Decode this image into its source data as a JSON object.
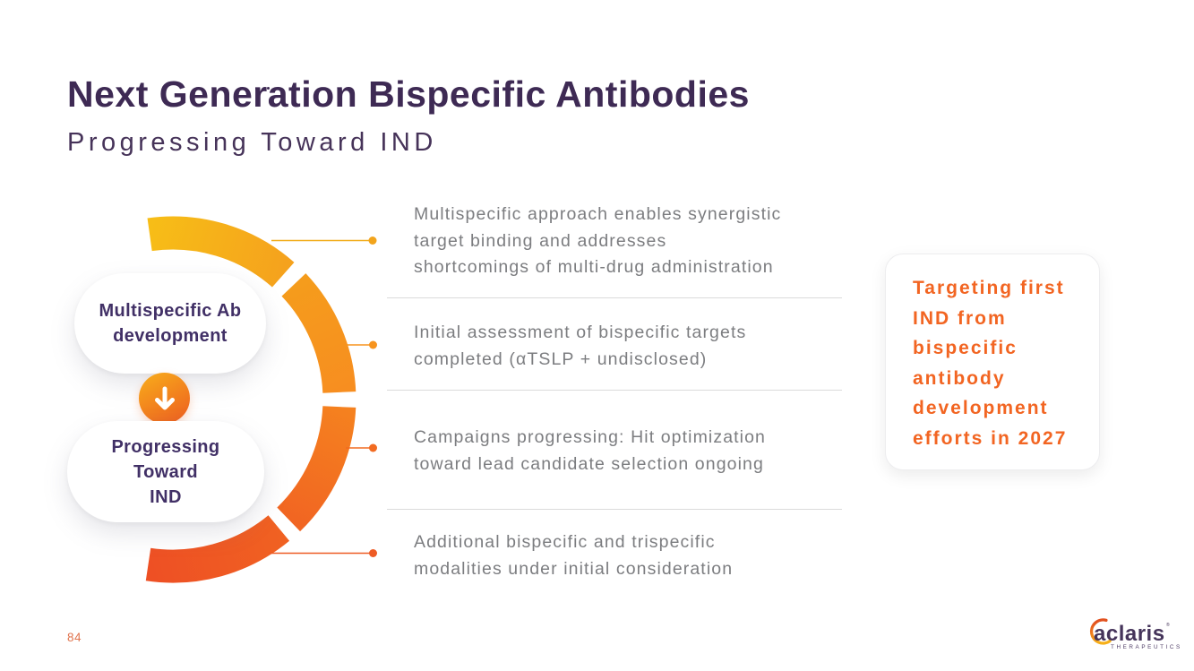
{
  "slide": {
    "title": "Next Generation Bispecific Antibodies",
    "subtitle": "Progressing Toward IND",
    "page_number": "84",
    "background_color": "#FFFFFF",
    "title_color": "#3E2A54"
  },
  "diagram": {
    "stage1_label": "Multispecific Ab\ndevelopment",
    "stage2_label": "Progressing\nToward\nIND",
    "arrow_icon": "down-arrow-icon",
    "arc_colors": [
      "#F6B819",
      "#F79420",
      "#F37121",
      "#EE5324"
    ]
  },
  "bullets": [
    {
      "text": "Multispecific approach enables synergistic\ntarget binding and addresses\nshortcomings of multi-drug administration",
      "dot_color": "#F2A41C"
    },
    {
      "text": "Initial assessment of bispecific targets\ncompleted (αTSLP + undisclosed)",
      "dot_color": "#F7941E"
    },
    {
      "text": "Campaigns progressing: Hit optimization\ntoward lead candidate selection ongoing",
      "dot_color": "#F26B21"
    },
    {
      "text": "Additional bispecific and trispecific\nmodalities under initial consideration",
      "dot_color": "#EE5B24"
    }
  ],
  "callout": {
    "text": "Targeting first\nIND from\nbispecific\nantibody\ndevelopment\nefforts in 2027",
    "text_color": "#F26522"
  },
  "logo": {
    "brand": "aclaris",
    "registered_mark": "®",
    "subtext": "THERAPEUTICS"
  }
}
